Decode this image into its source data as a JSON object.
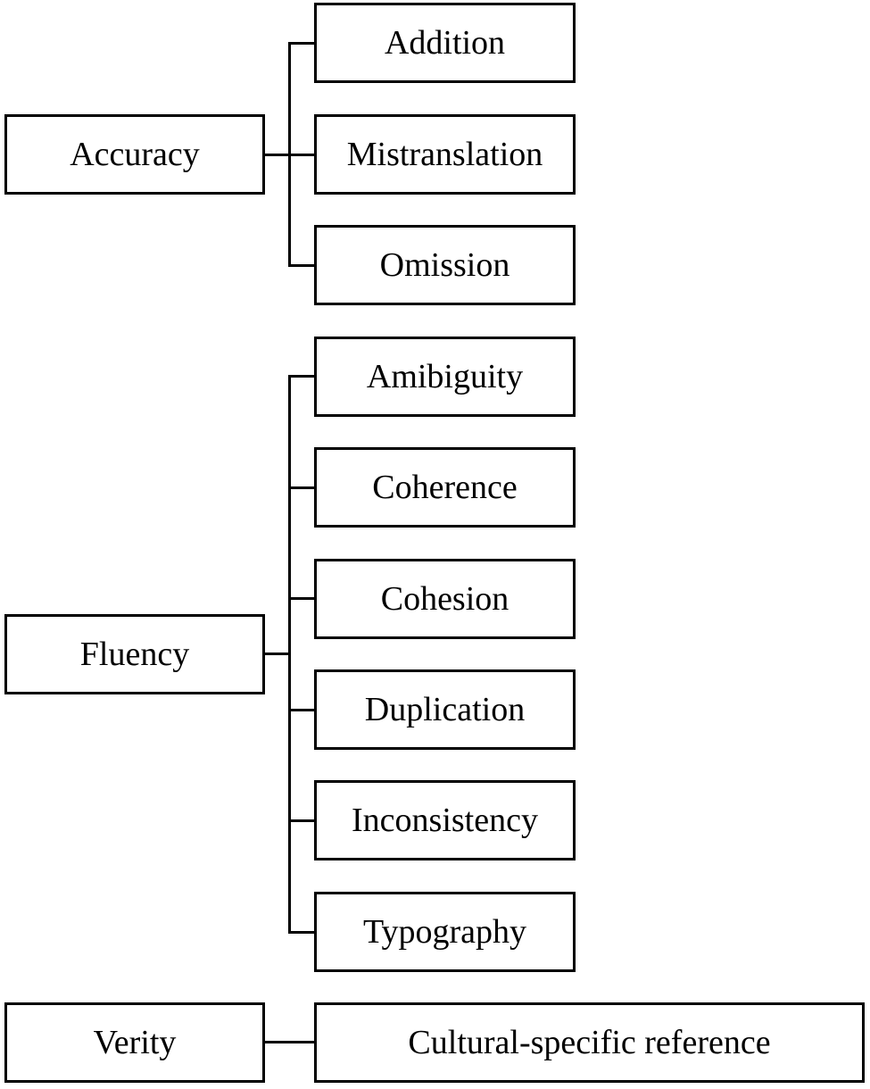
{
  "categories": [
    {
      "label": "Accuracy",
      "subcategories": [
        "Addition",
        "Mistranslation",
        "Omission"
      ]
    },
    {
      "label": "Fluency",
      "subcategories": [
        "Amibiguity",
        "Coherence",
        "Cohesion",
        "Duplication",
        "Inconsistency",
        "Typography"
      ]
    },
    {
      "label": "Verity",
      "subcategories": [
        "Cultural-specific reference"
      ]
    }
  ],
  "colors": {
    "stroke": "#000000",
    "background": "#ffffff",
    "text": "#000000"
  }
}
